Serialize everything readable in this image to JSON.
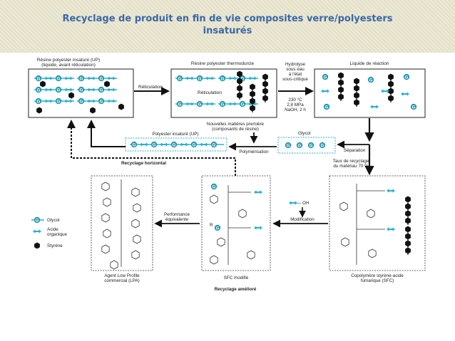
{
  "slide": {
    "title_line1": "Recyclage de produit en fin de vie composites verre/polyesters",
    "title_line2": "insaturés"
  },
  "diagram": {
    "box1_title1": "Résine polyester insaturé (UP)",
    "box1_title2": "(liquide, avant réticulation)",
    "box2_title": "Résine polyester thermodurcie",
    "box2_inner": "Réticulation",
    "box3_title": "Liquide de réaction",
    "arrow_reticulation": "Réticulation",
    "hydrolyse": [
      "Hydrolyse",
      "sous eau",
      "à l'état",
      "sous-critique"
    ],
    "conditions": [
      "230 °C",
      "2,8 MPa",
      "NaOH, 2 h"
    ],
    "nouvelles1": "Nouvelles matières première",
    "nouvelles2": "(composants de résine)",
    "glycol_label": "Glycol",
    "polyester_up": "Polyester insaturé (UP)",
    "polymerisation": "Polymérisation",
    "separation": "Séparation",
    "recyclage_horizontal": "Recyclage horizontal",
    "taux": [
      "Taux de recyclage",
      "du matériau 70 %"
    ],
    "performance": [
      "Performance",
      "équivalente"
    ],
    "modification": "Modification",
    "oh_label": "— OH",
    "r_label": "R",
    "lpa_caption": [
      "Agent Low Profile",
      "commercial (LPA)"
    ],
    "sfc_mod_caption": "SFC modifié",
    "sfc_caption": [
      "Copolymère styrène-acide",
      "fumarique (SFC)"
    ],
    "recyclage_ameliore": "Recyclage amélioré",
    "g_letter": "G"
  },
  "legend": {
    "glycol": "Glycol",
    "acide1": "Acide",
    "acide2": "organique",
    "styrene": "Styrène"
  },
  "colors": {
    "title": "#3a68a8",
    "glycol": "#2a9ab0",
    "acid": "#2ab0d0",
    "styrene": "#111111",
    "banner": "#e8e5d0"
  }
}
